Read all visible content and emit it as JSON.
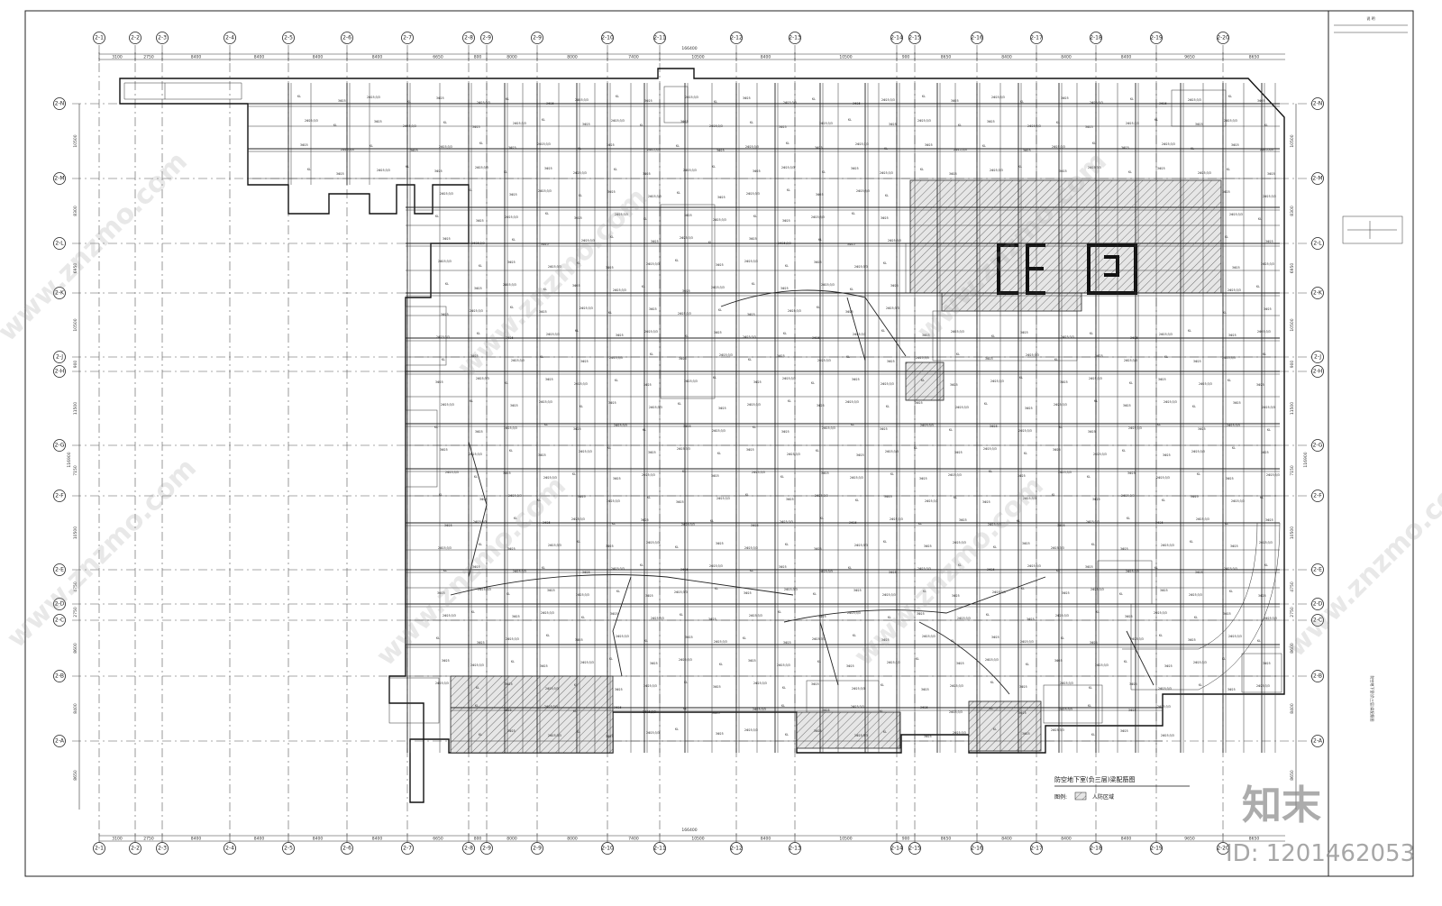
{
  "drawing": {
    "title": "防空地下室(负三层)梁配筋图",
    "legend_label": "图例:",
    "legend_desc": "人防区域",
    "sidebar_title": "说 明",
    "sidebar_note": "防空地下室(负三层)梁配筋图",
    "watermark": "www.znzmo.com",
    "logo": "知末",
    "id": "ID: 1201462053"
  },
  "axes": {
    "columns": [
      "2-1",
      "2-2",
      "2-3",
      "2-4",
      "2-5",
      "2-6",
      "2-7",
      "2-8",
      "2-9",
      "2-9",
      "2-10",
      "2-11",
      "2-12",
      "2-13",
      "2-14",
      "2-15",
      "2-16",
      "2-17",
      "2-18",
      "2-19",
      "2-20"
    ],
    "rows": [
      "2-N",
      "2-M",
      "2-L",
      "2-K",
      "2-J",
      "2-H",
      "2-G",
      "2-F",
      "2-E",
      "2-D",
      "2-C",
      "2-B",
      "2-A"
    ],
    "col_spacings": [
      "3100",
      "2750",
      "8400",
      "8400",
      "8400",
      "8400",
      "6650",
      "800",
      "8000",
      "8000",
      "7400",
      "10500",
      "8400",
      "10500",
      "900",
      "8650",
      "8400",
      "8400",
      "8400",
      "9650",
      "8650"
    ],
    "row_spacings": [
      "10500",
      "8300",
      "6950",
      "10500",
      "900",
      "11500",
      "7150",
      "10500",
      "4750",
      "2750",
      "8600",
      "8400",
      "8650"
    ],
    "total_width": "166400",
    "total_height": "116900"
  },
  "annotations": {
    "beam_tag": "KL",
    "rebar_a": "3Φ25",
    "rebar_b": "2Φ25;3/3"
  }
}
